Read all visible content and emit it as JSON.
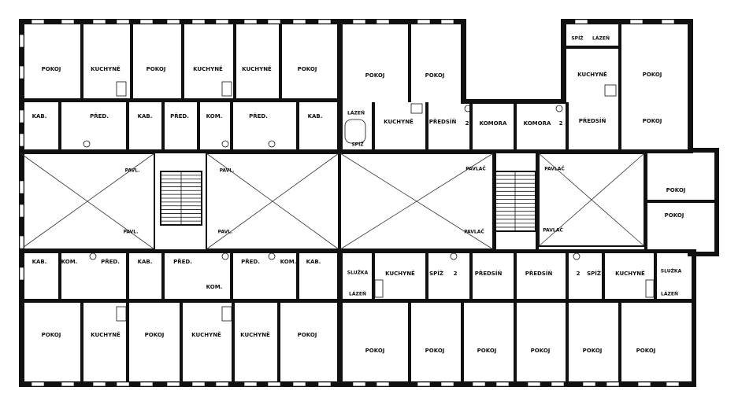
{
  "colors": {
    "wall": "#111111",
    "paper": "#ffffff"
  },
  "rooms": {
    "upper_left_row1": [
      "POKOJ",
      "KUCHYNĚ",
      "POKOJ",
      "KUCHYNĚ",
      "KUCHYNĚ",
      "POKOJ"
    ],
    "upper_left_row2": [
      "KAB.",
      "PŘED.",
      "KAB.",
      "PŘED.",
      "KOM.",
      "PŘED.",
      "KAB."
    ],
    "upper_mid_row1": [
      "POKOJ",
      "POKOJ"
    ],
    "upper_mid_row2": [
      "LÁZEŇ",
      "SPÍŽ",
      "KUCHYNĚ",
      "PŘEDSÍŇ",
      "2",
      "KOMORA",
      "KOMORA",
      "2",
      "PŘEDSÍŇ",
      "POKOJ"
    ],
    "upper_right": [
      "SPÍŽ",
      "LÁZEŇ",
      "KUCHYNĚ",
      "POKOJ"
    ],
    "pavlac": [
      "PAVL.",
      "PAVL.",
      "PAVLAČ",
      "PAVLAČ",
      "PAVL.",
      "PAVL.",
      "PAVLAČ",
      "PAVLAČ"
    ],
    "east_wing": [
      "POKOJ",
      "POKOJ"
    ],
    "lower_left_row1": [
      "KAB.",
      "KOM.",
      "PŘED.",
      "KAB.",
      "PŘED.",
      "PŘED.",
      "KOM.",
      "KAB.",
      "KOM."
    ],
    "lower_left_row2": [
      "POKOJ",
      "KUCHYNĚ",
      "POKOJ",
      "KUCHYNĚ",
      "KUCHYNĚ",
      "POKOJ"
    ],
    "lower_mid_row1": [
      "SLUŽKA",
      "LÁZEŇ",
      "KUCHYNĚ",
      "SPÍŽ",
      "2",
      "PŘEDSÍŇ",
      "PŘEDSÍŇ",
      "2",
      "SPÍŽ",
      "KUCHYNĚ",
      "SLUŽKA",
      "LÁZEŇ"
    ],
    "lower_mid_row2": [
      "POKOJ",
      "POKOJ",
      "POKOJ",
      "POKOJ",
      "POKOJ",
      "POKOJ"
    ]
  }
}
